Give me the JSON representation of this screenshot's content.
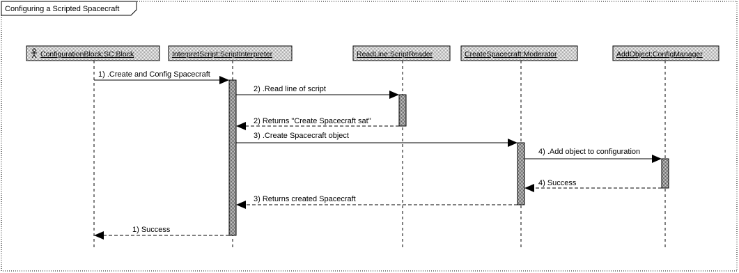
{
  "frame": {
    "title": "Configuring a Scripted Spacecraft"
  },
  "lifelines": [
    {
      "id": "config",
      "label": "ConfigurationBlock:SC:Block",
      "actor": true
    },
    {
      "id": "interp",
      "label": "InterpretScript:ScriptInterpreter",
      "actor": false
    },
    {
      "id": "reader",
      "label": "ReadLine:ScriptReader",
      "actor": false
    },
    {
      "id": "create",
      "label": "CreateSpacecraft:Moderator",
      "actor": false
    },
    {
      "id": "addobj",
      "label": "AddObject:ConfigManager",
      "actor": false
    }
  ],
  "messages": [
    {
      "from": "config",
      "to": "interp",
      "label": "1) .Create and Config Spacecraft",
      "kind": "call"
    },
    {
      "from": "interp",
      "to": "reader",
      "label": "2) .Read line of script",
      "kind": "call"
    },
    {
      "from": "reader",
      "to": "interp",
      "label": "2) Returns \"Create Spacecraft sat\"",
      "kind": "return"
    },
    {
      "from": "interp",
      "to": "create",
      "label": "3) .Create Spacecraft object",
      "kind": "call"
    },
    {
      "from": "create",
      "to": "addobj",
      "label": "4) .Add object to configuration",
      "kind": "call"
    },
    {
      "from": "addobj",
      "to": "create",
      "label": "4) Success",
      "kind": "return"
    },
    {
      "from": "create",
      "to": "interp",
      "label": "3) Returns created Spacecraft",
      "kind": "return"
    },
    {
      "from": "interp",
      "to": "config",
      "label": "1) Success",
      "kind": "return"
    }
  ]
}
